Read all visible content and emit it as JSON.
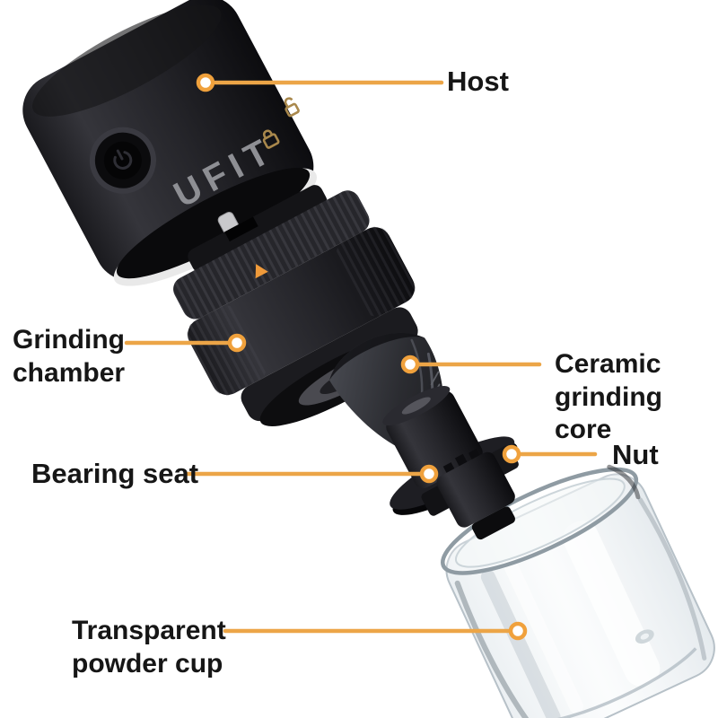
{
  "diagram": {
    "brand": "UFIT",
    "accent_color": "#ECA547",
    "text_color": "#161616",
    "background": "#ffffff",
    "callouts": {
      "host": "Host",
      "grinding_chamber": "Grinding chamber",
      "ceramic_grinding_core": "Ceramic grinding core",
      "nut": "Nut",
      "bearing_seat": "Bearing seat",
      "transparent_powder_cup": "Transparent powder cup"
    }
  }
}
